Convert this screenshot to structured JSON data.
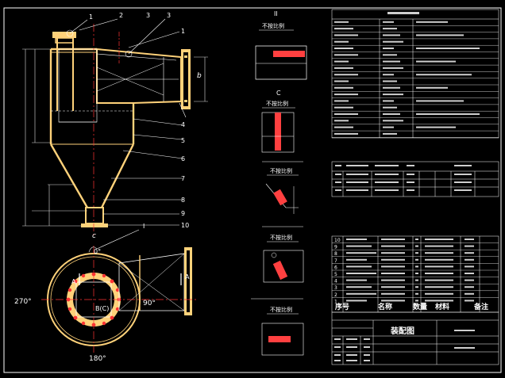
{
  "colors": {
    "background": "#000000",
    "outline": "#ffffff",
    "shell": "#ffd27a",
    "centerline": "#ff3333",
    "hatch": "#ff4040",
    "dim": "#dcdcdc",
    "border": "#ffffff"
  },
  "callouts": {
    "top_left": [
      "1",
      "2",
      "3"
    ],
    "right_side": [
      "1",
      "4",
      "5",
      "6",
      "7",
      "8",
      "9",
      "10"
    ]
  },
  "dimension_labels": {
    "b": "b",
    "c": "c",
    "roman_one": "I"
  },
  "plan_view": {
    "angle_left": "270°",
    "angle_right": "90°",
    "angle_bottom": "180°",
    "angle_top": "0°",
    "section_left": "A",
    "section_right": "A",
    "center_label": "B(C)"
  },
  "details": {
    "heading_2": "II",
    "heading_c": "C",
    "scale_label": "不按比例"
  },
  "parts_header": {
    "col_seq": "序号",
    "col_name": "名称",
    "col_qty": "数量",
    "col_material": "材料",
    "col_note": "备注"
  },
  "parts_numbers": [
    "10",
    "9",
    "8",
    "7",
    "6",
    "5",
    "4",
    "3",
    "2",
    "1"
  ],
  "title_block": {
    "title": "装配图"
  }
}
